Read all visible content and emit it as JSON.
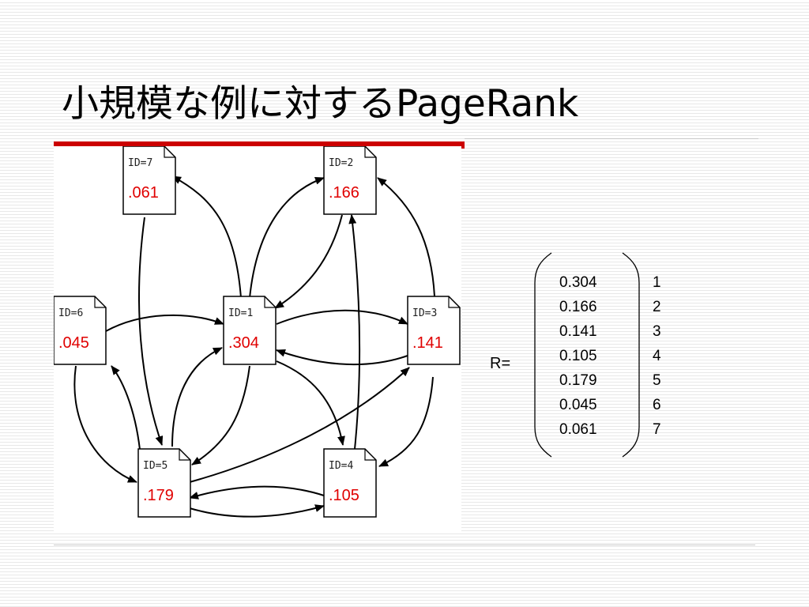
{
  "title": "小規模な例に対するPageRank",
  "graph": {
    "nodes": [
      {
        "id": "ID=7",
        "value": ".061"
      },
      {
        "id": "ID=2",
        "value": ".166"
      },
      {
        "id": "ID=6",
        "value": ".045"
      },
      {
        "id": "ID=1",
        "value": ".304"
      },
      {
        "id": "ID=3",
        "value": ".141"
      },
      {
        "id": "ID=5",
        "value": ".179"
      },
      {
        "id": "ID=4",
        "value": ".105"
      }
    ]
  },
  "vector": {
    "label": "R=",
    "values": [
      "0.304",
      "0.166",
      "0.141",
      "0.105",
      "0.179",
      "0.045",
      "0.061"
    ],
    "ids": [
      "1",
      "2",
      "3",
      "4",
      "5",
      "6",
      "7"
    ]
  }
}
